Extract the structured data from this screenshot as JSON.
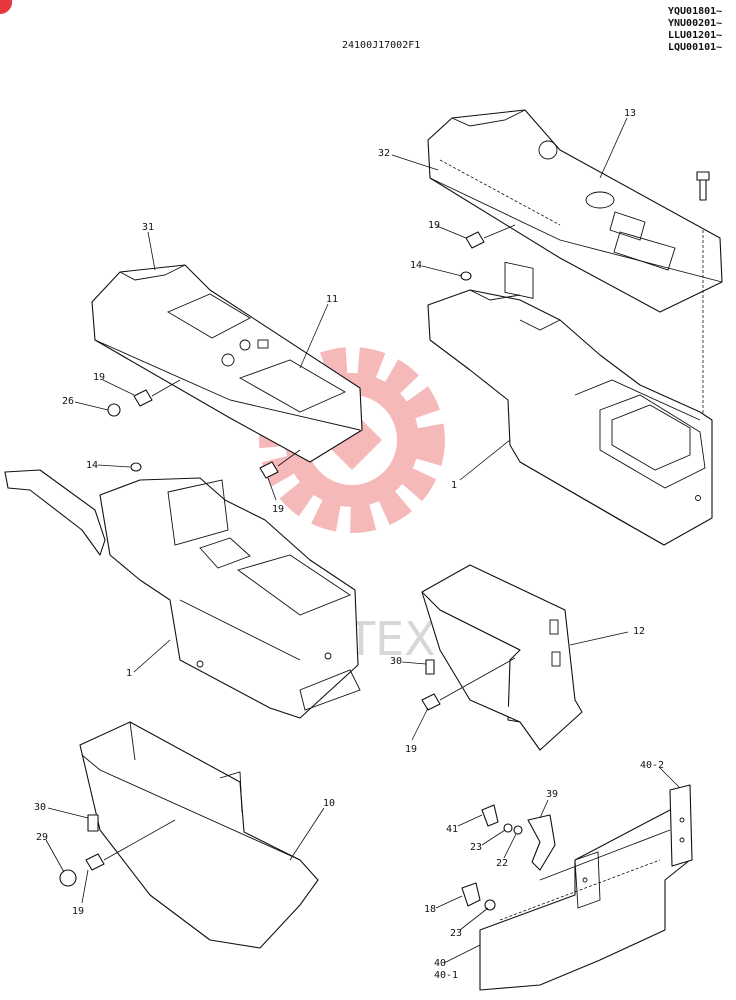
{
  "header": {
    "drawing_number": "24100J17002F1",
    "serials": [
      "YQU01801~",
      "YNU00201~",
      "LLU01201~",
      "LQU00101~"
    ]
  },
  "watermark": {
    "text": "ИНТЕХ",
    "color": "#e8383d"
  },
  "callouts": [
    {
      "id": "c13",
      "text": "13"
    },
    {
      "id": "c32",
      "text": "32"
    },
    {
      "id": "c19a",
      "text": "19"
    },
    {
      "id": "c14a",
      "text": "14"
    },
    {
      "id": "c31",
      "text": "31"
    },
    {
      "id": "c11",
      "text": "11"
    },
    {
      "id": "c19b",
      "text": "19"
    },
    {
      "id": "c26",
      "text": "26"
    },
    {
      "id": "c14b",
      "text": "14"
    },
    {
      "id": "c19c",
      "text": "19"
    },
    {
      "id": "c1a",
      "text": "1"
    },
    {
      "id": "c1b",
      "text": "1"
    },
    {
      "id": "c12",
      "text": "12"
    },
    {
      "id": "c30a",
      "text": "30"
    },
    {
      "id": "c19d",
      "text": "19"
    },
    {
      "id": "c10",
      "text": "10"
    },
    {
      "id": "c30b",
      "text": "30"
    },
    {
      "id": "c29",
      "text": "29"
    },
    {
      "id": "c19e",
      "text": "19"
    },
    {
      "id": "c402",
      "text": "40-2"
    },
    {
      "id": "c39",
      "text": "39"
    },
    {
      "id": "c41",
      "text": "41"
    },
    {
      "id": "c23a",
      "text": "23"
    },
    {
      "id": "c22",
      "text": "22"
    },
    {
      "id": "c18",
      "text": "18"
    },
    {
      "id": "c23b",
      "text": "23"
    },
    {
      "id": "c40",
      "text": "40"
    },
    {
      "id": "c401",
      "text": "40-1"
    }
  ]
}
